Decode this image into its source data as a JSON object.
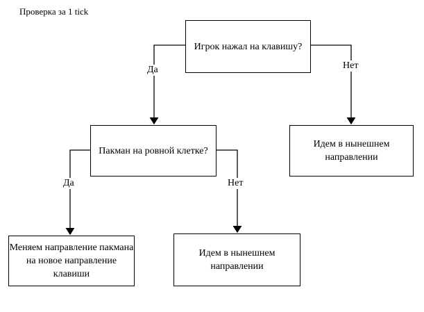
{
  "title": "Проверка за 1 tick",
  "nodes": {
    "root": "Игрок нажал на клавишу?",
    "check": "Пакман на ровной клетке?",
    "continue_top": "Идем в нынешнем направлении",
    "change": "Меняем направление пакмана на новое направление клавиши",
    "continue_bottom": "Идем в нынешнем направлении"
  },
  "labels": {
    "root_yes": "Да",
    "root_no": "Нет",
    "check_yes": "Да",
    "check_no": "Нет"
  },
  "colors": {
    "line": "#000000",
    "background": "#ffffff"
  }
}
